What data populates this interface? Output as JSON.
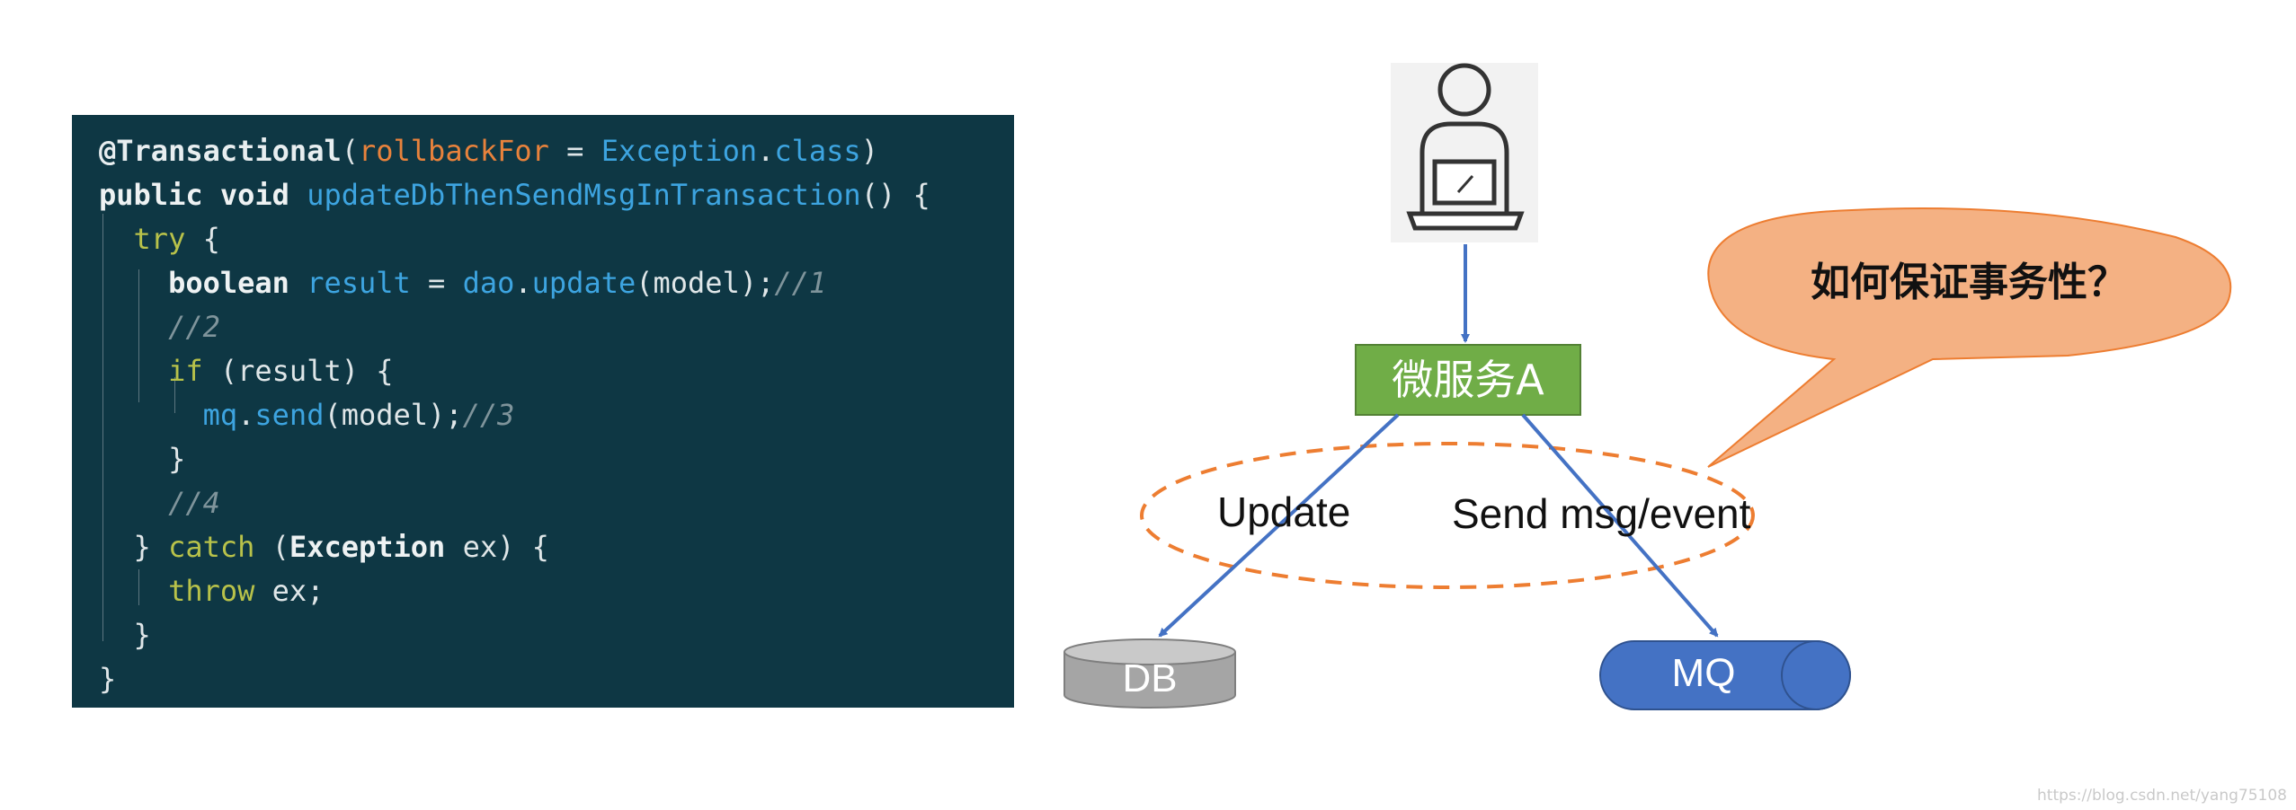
{
  "code": {
    "lines": [
      [
        {
          "c": "t-ann",
          "t": "@Transactional"
        },
        {
          "c": "t-plain",
          "t": "("
        },
        {
          "c": "t-param",
          "t": "rollbackFor"
        },
        {
          "c": "t-plain",
          "t": " = "
        },
        {
          "c": "t-type",
          "t": "Exception"
        },
        {
          "c": "t-plain",
          "t": "."
        },
        {
          "c": "t-type",
          "t": "class"
        },
        {
          "c": "t-plain",
          "t": ")"
        }
      ],
      [
        {
          "c": "t-kw",
          "t": "public void "
        },
        {
          "c": "t-fn",
          "t": "updateDbThenSendMsgInTransaction"
        },
        {
          "c": "t-plain",
          "t": "() {"
        }
      ],
      [
        {
          "c": "t-plain",
          "t": "  "
        },
        {
          "c": "t-kw2",
          "t": "try"
        },
        {
          "c": "t-plain",
          "t": " {"
        }
      ],
      [
        {
          "c": "t-plain",
          "t": "    "
        },
        {
          "c": "t-kw",
          "t": "boolean"
        },
        {
          "c": "t-plain",
          "t": " "
        },
        {
          "c": "t-fn",
          "t": "result"
        },
        {
          "c": "t-plain",
          "t": " = "
        },
        {
          "c": "t-fn",
          "t": "dao"
        },
        {
          "c": "t-plain",
          "t": "."
        },
        {
          "c": "t-fn",
          "t": "update"
        },
        {
          "c": "t-plain",
          "t": "(model);"
        },
        {
          "c": "t-cmt",
          "t": "//1"
        }
      ],
      [
        {
          "c": "t-plain",
          "t": "    "
        },
        {
          "c": "t-cmt",
          "t": "//2"
        }
      ],
      [
        {
          "c": "t-plain",
          "t": "    "
        },
        {
          "c": "t-kw2",
          "t": "if"
        },
        {
          "c": "t-plain",
          "t": " (result) {"
        }
      ],
      [
        {
          "c": "t-plain",
          "t": "      "
        },
        {
          "c": "t-fn",
          "t": "mq"
        },
        {
          "c": "t-plain",
          "t": "."
        },
        {
          "c": "t-fn",
          "t": "send"
        },
        {
          "c": "t-plain",
          "t": "(model);"
        },
        {
          "c": "t-cmt",
          "t": "//3"
        }
      ],
      [
        {
          "c": "t-plain",
          "t": "    }"
        }
      ],
      [
        {
          "c": "t-plain",
          "t": "    "
        },
        {
          "c": "t-cmt",
          "t": "//4"
        }
      ],
      [
        {
          "c": "t-plain",
          "t": "  } "
        },
        {
          "c": "t-kw2",
          "t": "catch"
        },
        {
          "c": "t-plain",
          "t": " ("
        },
        {
          "c": "t-kw",
          "t": "Exception"
        },
        {
          "c": "t-plain",
          "t": " ex) {"
        }
      ],
      [
        {
          "c": "t-plain",
          "t": "    "
        },
        {
          "c": "t-kw2",
          "t": "throw"
        },
        {
          "c": "t-plain",
          "t": " ex;"
        }
      ],
      [
        {
          "c": "t-plain",
          "t": "  }"
        }
      ],
      [
        {
          "c": "t-plain",
          "t": "}"
        }
      ]
    ]
  },
  "diagram": {
    "service_label": "微服务A",
    "edge_update": "Update",
    "edge_send": "Send msg/event",
    "question": "如何保证事务性？",
    "db_label": "DB",
    "mq_label": "MQ",
    "user_icon": "user-laptop-icon"
  },
  "colors": {
    "code_bg": "#0e3744",
    "service_fill": "#70ad47",
    "arrow": "#4472c4",
    "dashed_ellipse": "#ed7d31",
    "bubble_fill": "#f4b183",
    "db_fill": "#a5a5a5",
    "mq_fill": "#4472c4"
  },
  "watermark": "https://blog.csdn.net/yang75108"
}
